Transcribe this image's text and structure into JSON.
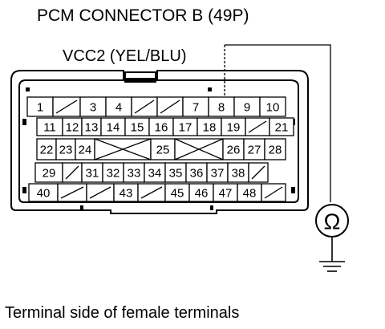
{
  "title": "PCM CONNECTOR B (49P)",
  "wire_label": "VCC2 (YEL/BLU)",
  "footer": "Terminal side of female terminals",
  "meter_symbol": "Ω",
  "meter_icon": "ohmmeter-icon",
  "ground_icon": "ground-icon",
  "probe_terminal": "8",
  "rows": [
    [
      "1",
      "",
      "3",
      "4",
      "",
      "",
      "7",
      "8",
      "9",
      "10"
    ],
    [
      "11",
      "12",
      "13",
      "14",
      "15",
      "16",
      "17",
      "18",
      "19",
      "",
      "21"
    ],
    [
      "22",
      "23",
      "24",
      "X",
      "25",
      "X",
      "26",
      "27",
      "28"
    ],
    [
      "29",
      "",
      "31",
      "32",
      "33",
      "34",
      "35",
      "36",
      "37",
      "38",
      ""
    ],
    [
      "40",
      "",
      "",
      "43",
      "",
      "45",
      "46",
      "47",
      "48",
      ""
    ]
  ]
}
